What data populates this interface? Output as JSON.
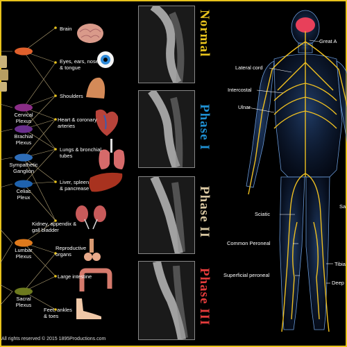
{
  "organs": [
    {
      "label": "Brain"
    },
    {
      "label": "Eyes, ears, nose\n& tongue"
    },
    {
      "label": "Shoulders"
    },
    {
      "label": "Heart & coronary\narteries"
    },
    {
      "label": "Lungs & bronchial\ntubes"
    },
    {
      "label": "Liver, spleen\n& pancrease"
    },
    {
      "label": "Kidney, appendix &\ngall bladder"
    },
    {
      "label": "Reproductive\norgans"
    },
    {
      "label": "Large intestine"
    },
    {
      "label": "Feet, ankles\n& toes"
    }
  ],
  "plexuses": [
    {
      "label": "Cervical\nPlexus",
      "color": "#8a2d86"
    },
    {
      "label": "Brachial\nPlexus",
      "color": "#6a2f8e"
    },
    {
      "label": "Sympathetic\nGanglion",
      "color": "#2e6db8"
    },
    {
      "label": "Celiac\nPleux",
      "color": "#1f62ad"
    },
    {
      "label": "Lumbar\nPlexus",
      "color": "#e07a1c"
    },
    {
      "label": "Sacral\nPlexus",
      "color": "#6d7a1e"
    }
  ],
  "phases": [
    {
      "label": "Normal",
      "color": "#e8c31c"
    },
    {
      "label": "Phase I",
      "color": "#1f8fd1"
    },
    {
      "label": "Phase II",
      "color": "#d9c7a1"
    },
    {
      "label": "Phase III",
      "color": "#e33b3b"
    }
  ],
  "body_labels": [
    {
      "label": "Great A"
    },
    {
      "label": "Lateral cord"
    },
    {
      "label": "Intercostal"
    },
    {
      "label": "Ulnar"
    },
    {
      "label": "Sciatic"
    },
    {
      "label": "Common Peroneal"
    },
    {
      "label": "Superficial peroneal"
    },
    {
      "label": "Sa"
    },
    {
      "label": "Tibia"
    },
    {
      "label": "Deep"
    }
  ],
  "copyright": "All rights reserved © 2015 1895Productions.com",
  "colors": {
    "border": "#e8c31c",
    "nerve": "#f0c020",
    "body": "#1e3a6e",
    "connector": "#b8a678"
  }
}
